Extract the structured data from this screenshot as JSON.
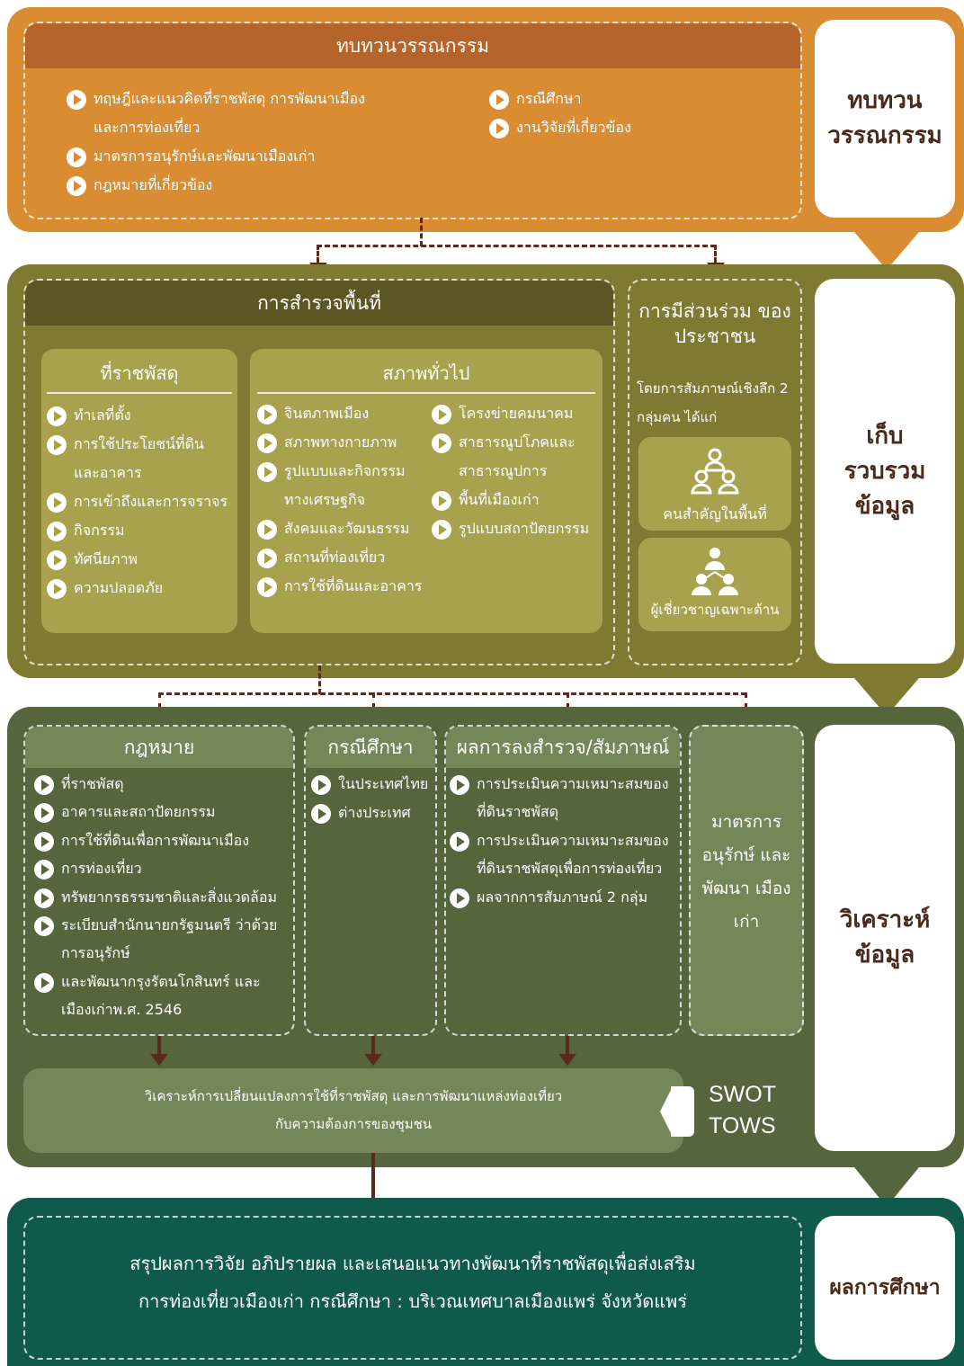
{
  "colors": {
    "orange": "#d98c32",
    "orange_header": "#b5652b",
    "olive": "#7f7a32",
    "olive_header": "#5c5524",
    "olive_card": "#a8a24e",
    "green": "#55653c",
    "green_card": "#738759",
    "teal": "#0f5a4c",
    "arrow": "#5a2a1c",
    "text_dark": "#4a2a1a"
  },
  "stages": {
    "review": {
      "side": "ทบทวน วรรณกรรม",
      "header": "ทบทวนวรรณกรรม",
      "left_items": [
        "ทฤษฎีและแนวคิดที่ราชพัสดุ การพัฒนาเมือง",
        "และการท่องเที่ยว",
        "มาตรการอนุรักษ์และพัฒนาเมืองเก่า",
        "กฎหมายที่เกี่ยวข้อง"
      ],
      "right_items": [
        "กรณีศึกษา",
        "งานวิจัยที่เกี่ยวข้อง"
      ]
    },
    "collect": {
      "side": "เก็บรวบรวม ข้อมูล",
      "survey_header": "การสำรวจพื้นที่",
      "land_header": "ที่ราชพัสดุ",
      "land_items": [
        "ทำเลที่ตั้ง",
        "การใช้ประโยชน์ที่ดิน",
        "และอาคาร",
        "การเข้าถึงและการจราจร",
        "กิจกรรม",
        "ทัศนียภาพ",
        "ความปลอดภัย"
      ],
      "general_header": "สภาพทั่วไป",
      "general_left": [
        "จินตภาพเมือง",
        "สภาพทางกายภาพ",
        "รูปแบบและกิจกรรม",
        "ทางเศรษฐกิจ",
        "สังคมและวัฒนธรรม",
        "สถานที่ท่องเที่ยว",
        "การใช้ที่ดินและอาคาร"
      ],
      "general_right": [
        "โครงข่ายคมนาคม",
        "สาธารณูปโภคและ",
        "สาธารณูปการ",
        "พื้นที่เมืองเก่า",
        "รูปแบบสถาปัตยกรรม"
      ],
      "participation_header": "การมีส่วนร่วม ของประชาชน",
      "participation_desc": "โดยการสัมภาษณ์เชิงลึก 2 กลุ่มคน ได้แก่",
      "group1": "คนสำคัญในพื้นที่",
      "group2": "ผู้เชี่ยวชาญเฉพาะด้าน"
    },
    "analyze": {
      "side": "วิเคราะห์ ข้อมูล",
      "law_header": "กฎหมาย",
      "law_items": [
        "ที่ราชพัสดุ",
        "อาคารและสถาปัตยกรรม",
        "การใช้ที่ดินเพื่อการพัฒนาเมือง",
        "การท่องเที่ยว",
        "ทรัพยากรธรรมชาติและสิ่งแวดล้อม",
        "ระเบียบสำนักนายกรัฐมนตรี ว่าด้วย",
        "การอนุรักษ์",
        "และพัฒนากรุงรัตนโกสินทร์ และ",
        "เมืองเก่าพ.ศ. 2546"
      ],
      "case_header": "กรณีศึกษา",
      "case_items": [
        "ในประเทศไทย",
        "ต่างประเทศ"
      ],
      "result_header": "ผลการลงสำรวจ/สัมภาษณ์",
      "result_items": [
        "การประเมินความเหมาะสมของ",
        "ที่ดินราชพัสดุ",
        "การประเมินความเหมาะสมของ",
        "ที่ดินราชพัสดุเพื่อการท่องเที่ยว",
        "ผลจากการสัมภาษณ์ 2 กลุ่ม"
      ],
      "measure": "มาตรการ อนุรักษ์ และพัฒนา เมืองเก่า",
      "synthesis_line1": "วิเคราะห์การเปลี่ยนแปลงการใช้ที่ราชพัสดุ และการพัฒนาแหล่งท่องเที่ยว",
      "synthesis_line2": "กับความต้องการของชุมชน",
      "swot": "SWOT",
      "tows": "TOWS"
    },
    "result": {
      "side": "ผลการศึกษา",
      "line1": "สรุปผลการวิจัย อภิปรายผล และเสนอแนวทางพัฒนาที่ราชพัสดุเพื่อส่งเสริม",
      "line2": "การท่องเที่ยวเมืองเก่า กรณีศึกษา : บริเวณเทศบาลเมืองแพร่ จังหวัดแพร่"
    }
  }
}
